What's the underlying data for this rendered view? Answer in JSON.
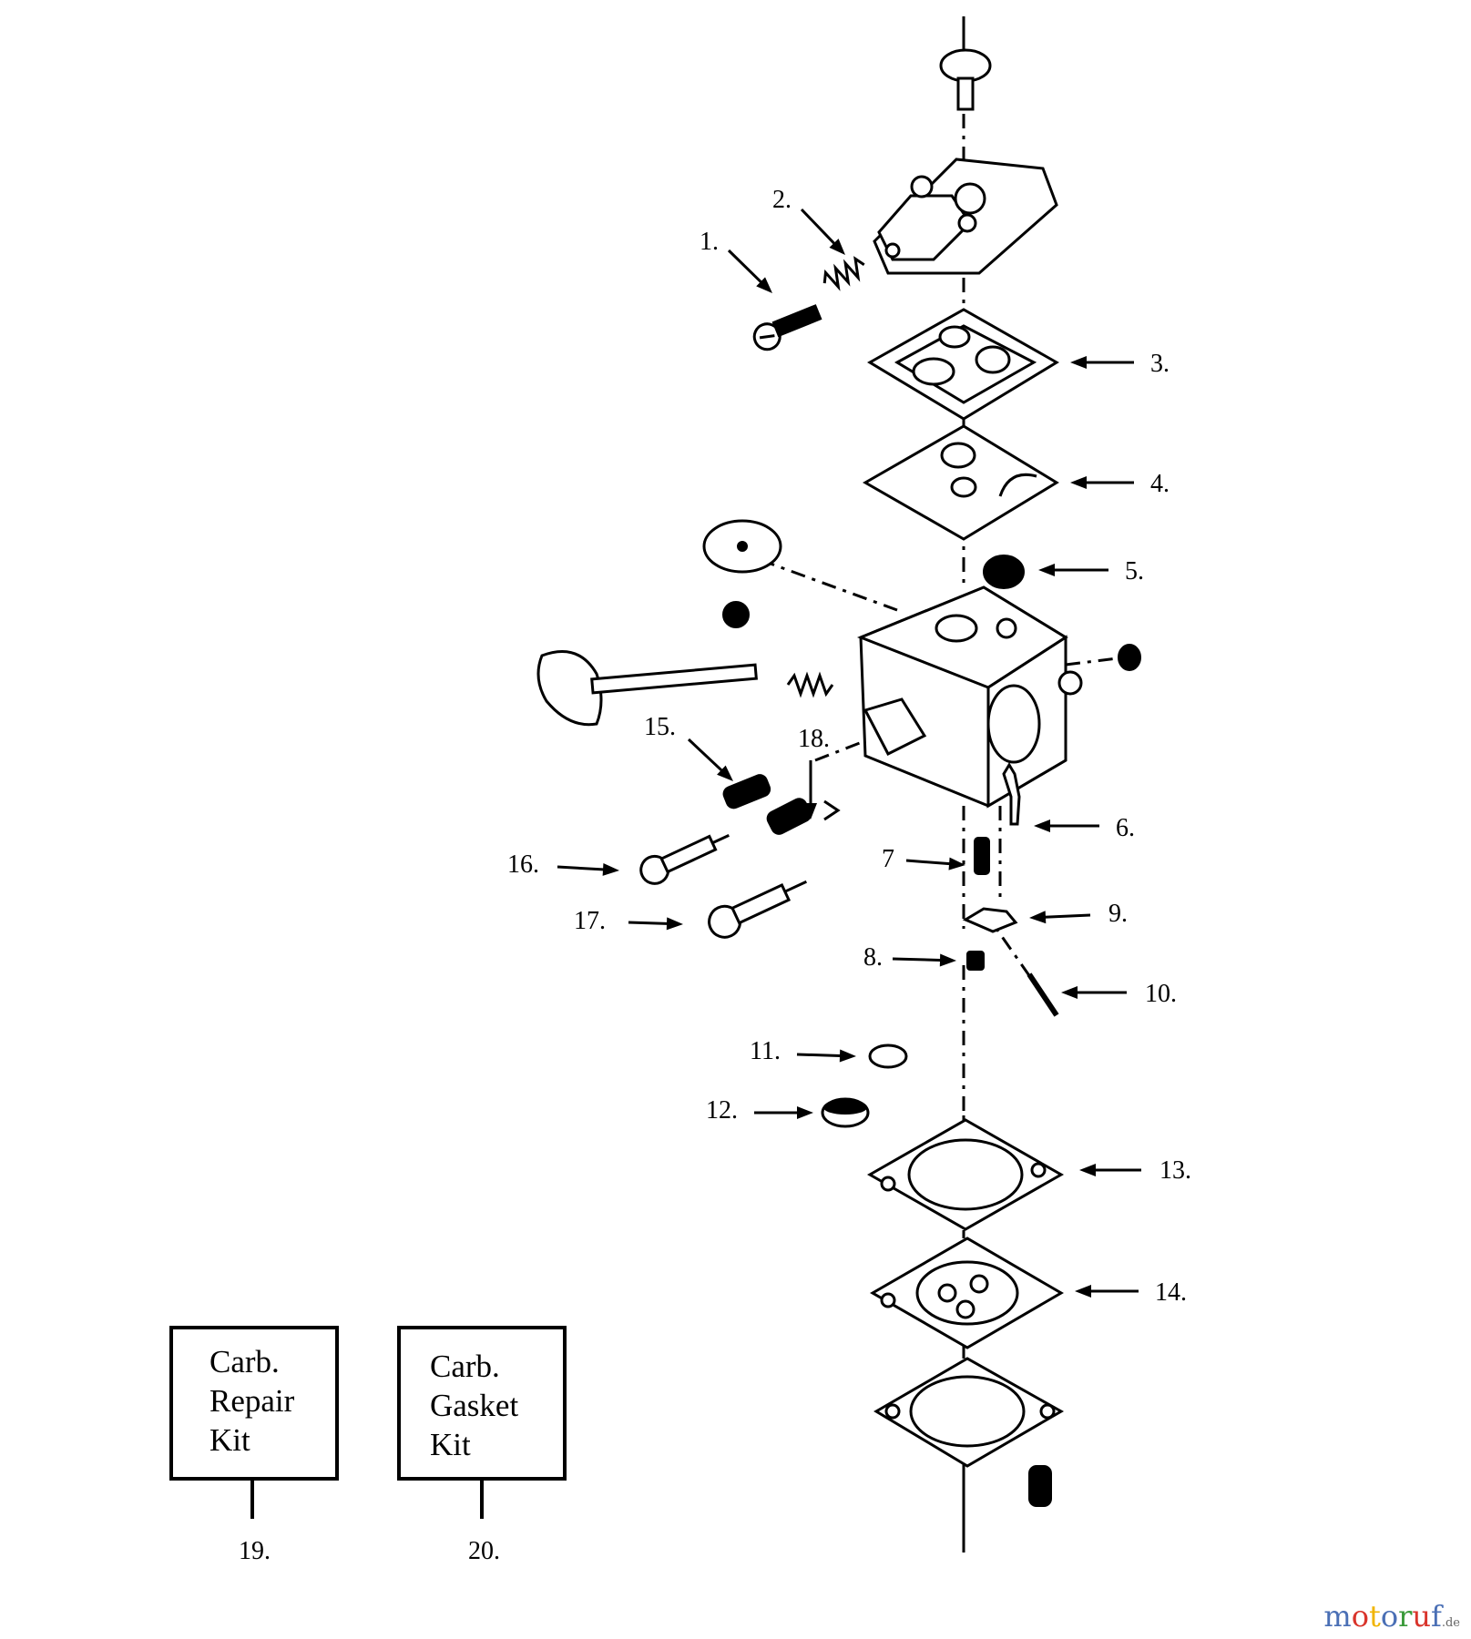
{
  "callouts": [
    "1.",
    "2.",
    "3.",
    "4.",
    "5.",
    "6.",
    "7",
    "8.",
    "9.",
    "10.",
    "11.",
    "12.",
    "13.",
    "14.",
    "15.",
    "16.",
    "17.",
    "18."
  ],
  "kits": [
    {
      "lines": [
        "Carb.",
        "Repair",
        "Kit"
      ],
      "number": "19."
    },
    {
      "lines": [
        "Carb.",
        "Gasket",
        "Kit"
      ],
      "number": "20."
    }
  ],
  "watermark": {
    "letters": [
      {
        "char": "m",
        "color": "#4a6fb5"
      },
      {
        "char": "o",
        "color": "#d9342b"
      },
      {
        "char": "t",
        "color": "#f0b400"
      },
      {
        "char": "o",
        "color": "#4a6fb5"
      },
      {
        "char": "r",
        "color": "#3a9a3a"
      },
      {
        "char": "u",
        "color": "#d9342b"
      },
      {
        "char": "f",
        "color": "#4a6fb5"
      }
    ],
    "suffix": ".de"
  }
}
